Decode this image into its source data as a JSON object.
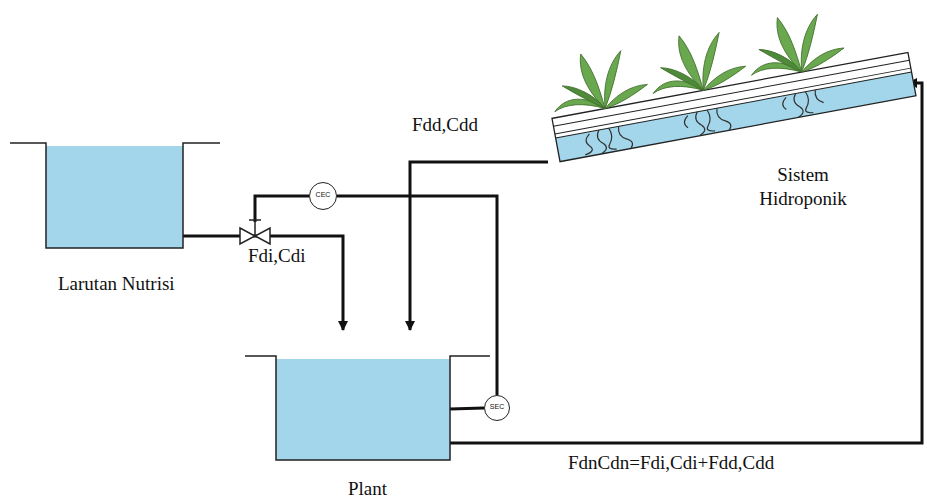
{
  "diagram": {
    "nodes": [
      {
        "text": [
          "Larutan Nutrisi"
        ]
      },
      {
        "text": [
          "CEC"
        ]
      },
      {
        "text": [
          "Sistem Hidroponik"
        ]
      },
      {
        "text": [
          "Plant"
        ]
      },
      {
        "text": [
          "SEC"
        ]
      }
    ],
    "edges": [
      {
        "from": 0,
        "to": 3,
        "arrow": "to"
      },
      {
        "from": 2,
        "to": 3,
        "arrow": "to"
      },
      {
        "from": 3,
        "to": 2,
        "arrow": "to"
      },
      {
        "from": 3,
        "to": 4,
        "arrow": "none"
      },
      {
        "from": 4,
        "to": 1,
        "arrow": "none"
      }
    ],
    "labels": [
      "Fdd,Cdd",
      "Fdi,Cdi",
      "FdnCdn=Fdi,Cdi+Fdd,Cdd"
    ]
  }
}
